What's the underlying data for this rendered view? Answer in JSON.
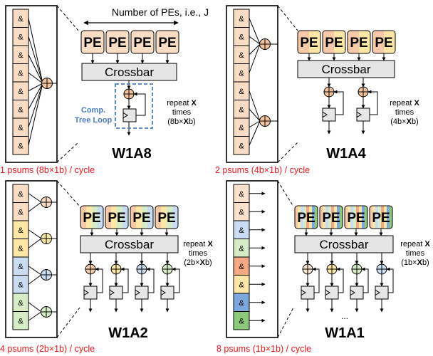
{
  "header": {
    "pe_count_label": "Number of PEs, i.e., J"
  },
  "common": {
    "pe_label": "PE",
    "crossbar_label": "Crossbar",
    "and_symbol": "&",
    "repeat_word": "repeat",
    "repeat_var": "X",
    "times_word": "times",
    "ellipsis": "..."
  },
  "loop_label": {
    "line1": "Comp.",
    "line2": "Tree Loop"
  },
  "panels": [
    {
      "id": "w1a8",
      "title": "W1A8",
      "bits_prefix": "(8b×",
      "caption": "1 psums (8b×1b) / cycle"
    },
    {
      "id": "w1a4",
      "title": "W1A4",
      "bits_prefix": "(4b×",
      "caption": "2 psums (4b×1b) / cycle"
    },
    {
      "id": "w1a2",
      "title": "W1A2",
      "bits_prefix": "(2b×",
      "caption": "4 psums (2b×1b) / cycle"
    },
    {
      "id": "w1a1",
      "title": "W1A1",
      "bits_prefix": "(1b×",
      "caption": "8 psums (1b×1b) / cycle"
    }
  ],
  "colors": {
    "pe_fill": "#f8dcc4",
    "adder_fill": "#f3c39f",
    "crossbar_fill": "#e5e5e5",
    "caption_red": "#e41a1c",
    "loop_blue": "#4a7cc0",
    "stripe_palette": [
      "#f6c9a8",
      "#fde6a6",
      "#d6ecc6",
      "#c9dcf2"
    ],
    "w1a1_row_colors": [
      "#fbe0cc",
      "#fbe0cc",
      "#c9dcf2",
      "#d6ecc6",
      "#f3a883",
      "#fde6a6",
      "#7ea7dd",
      "#8cc97a"
    ]
  }
}
